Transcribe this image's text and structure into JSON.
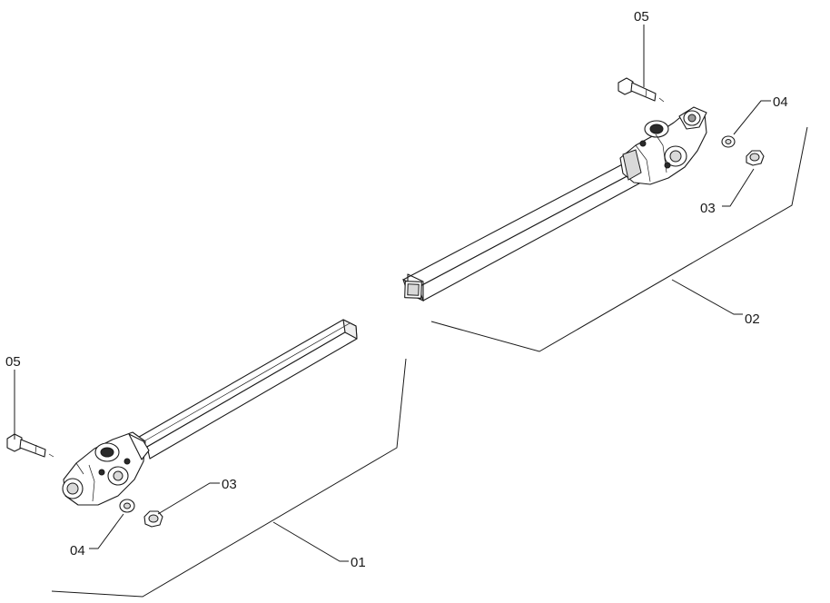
{
  "diagram": {
    "callouts": {
      "lower_05": "05",
      "lower_04": "04",
      "lower_03": "03",
      "lower_01": "01",
      "upper_05": "05",
      "upper_04": "04",
      "upper_03": "03",
      "upper_02": "02"
    }
  }
}
